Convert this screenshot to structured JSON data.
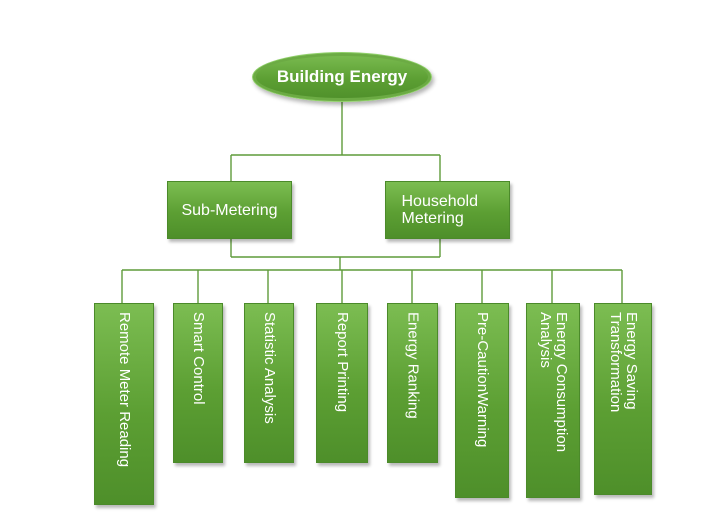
{
  "diagram": {
    "root": {
      "label": "Building Energy"
    },
    "level1": [
      {
        "label": "Sub-Metering"
      },
      {
        "label": "Household Metering"
      }
    ],
    "level2": [
      {
        "label": "Remote Meter Reading"
      },
      {
        "label": "Smart Control"
      },
      {
        "label": "Statistic Analysis"
      },
      {
        "label": "Report Printing"
      },
      {
        "label": "Energy Ranking"
      },
      {
        "label": "Pre-CautionWarning"
      },
      {
        "label": "Energy Consumption Analysis"
      },
      {
        "label": "Energy Saving Transformation"
      }
    ],
    "colors": {
      "node_fill": "#5c9f33",
      "connector": "#5f9b3a",
      "text": "#ffffff"
    }
  }
}
